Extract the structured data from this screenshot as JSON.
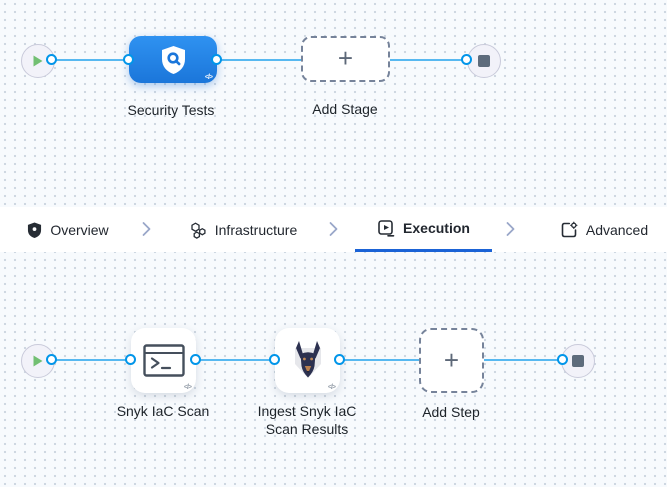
{
  "colors": {
    "canvas_bg": "#f7fafd",
    "grid_dot": "#ccd5df",
    "connector_line_blue": "#57b8f0",
    "port_ring_blue": "#0195e9",
    "stage_blue_top": "#2f92f1",
    "stage_blue_bottom": "#1b76da",
    "tab_underline_blue": "#1b63d6",
    "play_green": "#72bf72",
    "stop_slate": "#5e6c7c"
  },
  "stage_pipeline": {
    "stage_label": "Security Tests",
    "add_stage_label": "Add Stage"
  },
  "tabs": {
    "items": [
      {
        "label": "Overview",
        "icon": "shield-icon",
        "active": false
      },
      {
        "label": "Infrastructure",
        "icon": "hexagons-icon",
        "active": false
      },
      {
        "label": "Execution",
        "icon": "run-pipeline-icon",
        "active": true
      },
      {
        "label": "Advanced",
        "icon": "box-gear-icon",
        "active": false
      }
    ]
  },
  "step_pipeline": {
    "steps": [
      {
        "label": "Snyk IaC Scan",
        "icon": "terminal-icon"
      },
      {
        "label": "Ingest Snyk IaC Scan Results",
        "icon": "snyk-doberman-icon"
      }
    ],
    "add_step_label": "Add Step"
  },
  "glyphs": {
    "plus": "+",
    "code_badge": "</>"
  }
}
